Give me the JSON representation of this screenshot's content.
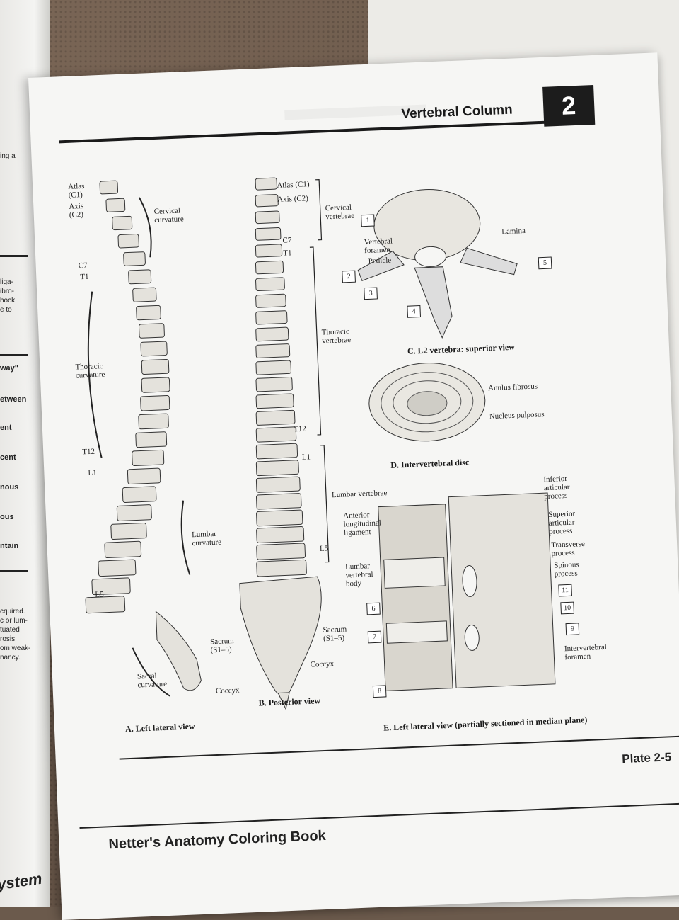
{
  "left_page": {
    "fragments": [
      "ing a",
      "liga-",
      "ibro-",
      "hock",
      "e to",
      "way\"",
      "etween",
      "ent",
      "cent",
      "nous",
      "ous",
      "ntain",
      "cquired.",
      "c or lum-",
      "tuated",
      "rosis.",
      "om weak-",
      "nancy."
    ],
    "footer": "ystem"
  },
  "header": {
    "title": "Vertebral Column",
    "chapter": "2"
  },
  "figure_a": {
    "caption": "A. Left lateral view",
    "labels": {
      "atlas": "Atlas\n(C1)",
      "axis": "Axis\n(C2)",
      "c7": "C7",
      "t1": "T1",
      "t12": "T12",
      "l1": "L1",
      "l5": "L5",
      "cervical": "Cervical\ncurvature",
      "thoracic": "Thoracic\ncurvature",
      "lumbar": "Lumbar\ncurvature",
      "sacral": "Sacral\ncurvature",
      "sacrum": "Sacrum\n(S1–5)",
      "coccyx": "Coccyx"
    }
  },
  "figure_b": {
    "caption": "B. Posterior view",
    "labels": {
      "atlas": "Atlas (C1)",
      "axis": "Axis (C2)",
      "c7": "C7",
      "t1": "T1",
      "t12": "T12",
      "l1": "L1",
      "l5": "L5",
      "cervical_vertebrae": "Cervical\nvertebrae",
      "thoracic_vertebrae": "Thoracic\nvertebrae",
      "lumbar_vertebrae": "Lumbar vertebrae",
      "sacrum": "Sacrum\n(S1–5)",
      "coccyx": "Coccyx"
    }
  },
  "figure_c": {
    "caption": "C. L2 vertebra: superior view",
    "labels": {
      "vertebral_foramen": "Vertebral\nforamen",
      "pedicle": "Pedicle",
      "lamina": "Lamina"
    },
    "numbers": [
      "1",
      "2",
      "3",
      "4",
      "5"
    ]
  },
  "figure_d": {
    "caption": "D. Intervertebral disc",
    "labels": {
      "anulus": "Anulus fibrosus",
      "nucleus": "Nucleus pulposus"
    }
  },
  "figure_e": {
    "caption": "E. Left lateral view (partially sectioned in median plane)",
    "labels": {
      "anterior_ligament": "Anterior\nlongitudinal\nligament",
      "lumbar_body": "Lumbar\nvertebral\nbody",
      "inferior_articular": "Inferior\narticular\nprocess",
      "superior_articular": "Superior\narticular\nprocess",
      "transverse": "Transverse\nprocess",
      "spinous": "Spinous\nprocess",
      "intervertebral_foramen": "Intervertebral\nforamen"
    },
    "numbers": [
      "6",
      "7",
      "8",
      "9",
      "10",
      "11"
    ]
  },
  "footer": {
    "plate": "Plate 2-5",
    "book": "Netter's Anatomy Coloring Book"
  }
}
